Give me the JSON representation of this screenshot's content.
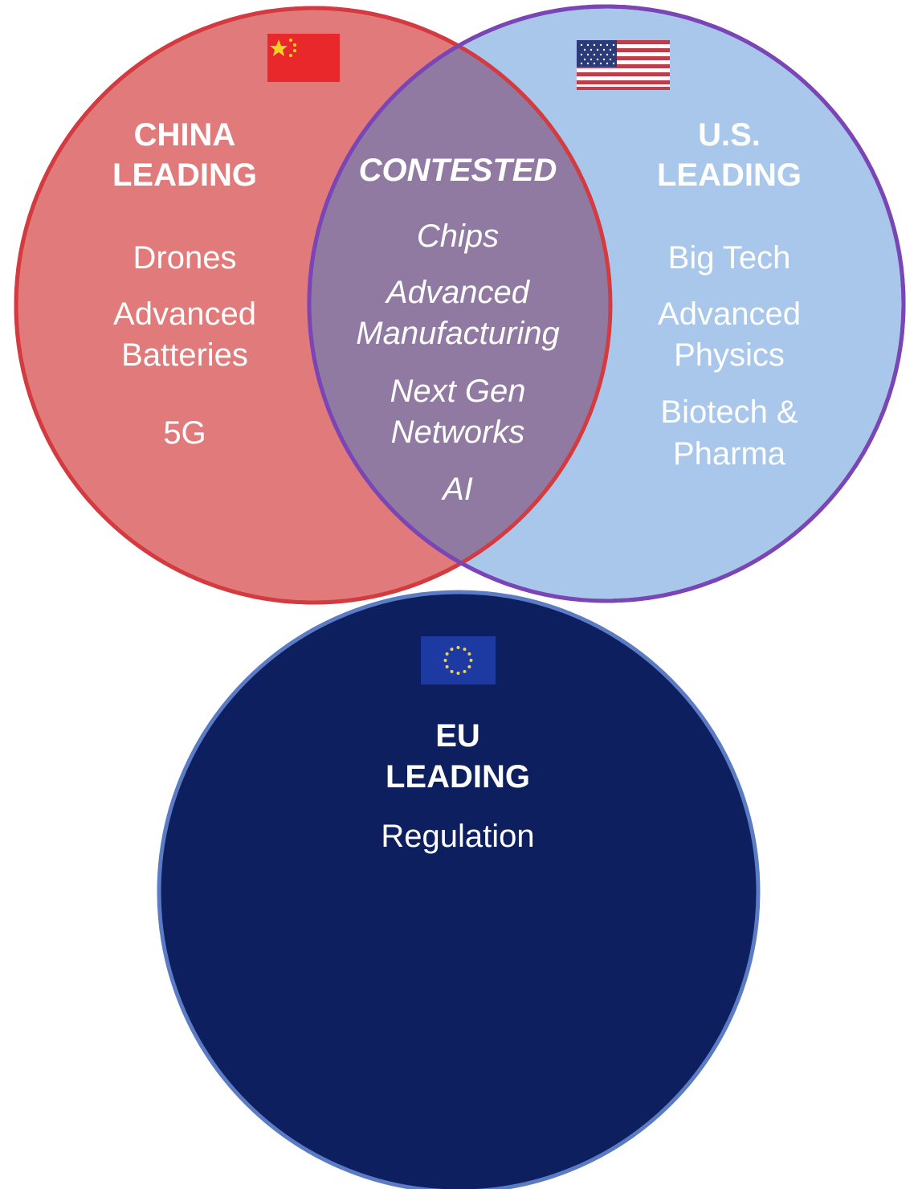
{
  "regions": {
    "china": {
      "heading": [
        "CHINA",
        "LEADING"
      ],
      "items": [
        [
          "Drones"
        ],
        [
          "Advanced",
          "Batteries"
        ],
        [
          "5G"
        ]
      ],
      "flag_icon": "china-flag-icon",
      "fill": "#e17b7b",
      "stroke": "#d33b40"
    },
    "contested": {
      "heading": [
        "CONTESTED"
      ],
      "items": [
        [
          "Chips"
        ],
        [
          "Advanced",
          "Manufacturing"
        ],
        [
          "Next Gen",
          "Networks"
        ],
        [
          "AI"
        ]
      ],
      "fill": "#907aa1"
    },
    "us": {
      "heading": [
        "U.S.",
        "LEADING"
      ],
      "items": [
        [
          "Big Tech"
        ],
        [
          "Advanced",
          "Physics"
        ],
        [
          "Biotech &",
          "Pharma"
        ]
      ],
      "flag_icon": "us-flag-icon",
      "fill": "#a9c7eb",
      "stroke": "#7a45b5"
    },
    "eu": {
      "heading": [
        "EU",
        "LEADING"
      ],
      "items": [
        [
          "Regulation"
        ]
      ],
      "flag_icon": "eu-flag-icon",
      "fill": "#0d1f5e",
      "stroke": "#5b7cc4"
    }
  }
}
